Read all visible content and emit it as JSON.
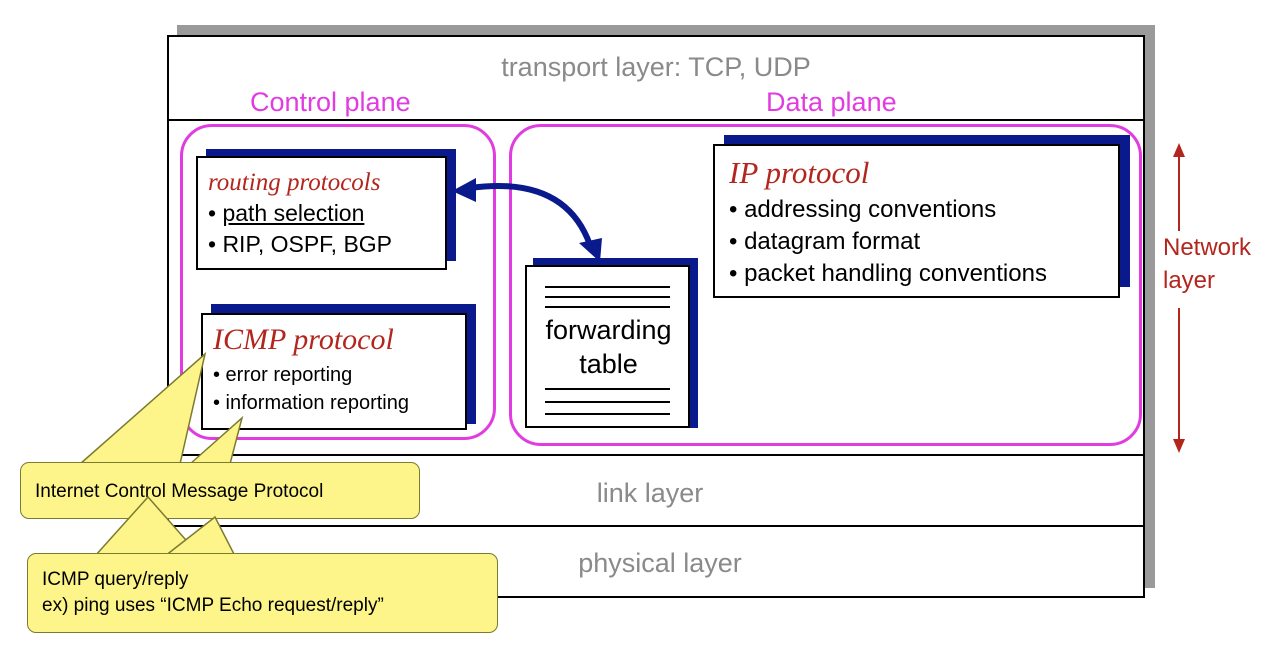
{
  "layers": {
    "transport": "transport layer: TCP, UDP",
    "link": "link layer",
    "physical": "physical layer"
  },
  "planes": {
    "control_title": "Control plane",
    "data_title": "Data plane"
  },
  "routing": {
    "title": "routing protocols",
    "bullets": [
      "• ",
      "path selection",
      "• RIP, OSPF, BGP"
    ]
  },
  "icmp": {
    "title": "ICMP protocol",
    "bullets": [
      "• error reporting",
      "• information reporting"
    ]
  },
  "ip": {
    "title": "IP protocol",
    "bullets": [
      "• addressing conventions",
      "• datagram format",
      "• packet handling conventions"
    ]
  },
  "forwarding": {
    "line1": "forwarding",
    "line2": "table"
  },
  "network_label": {
    "line1": "Network",
    "line2": "layer"
  },
  "callouts": {
    "icmp_name": "Internet Control Message Protocol",
    "query_line1": "ICMP query/reply",
    "query_line2": "ex) ping uses “ICMP Echo request/reply”"
  },
  "colors": {
    "plane": "#e03ce0",
    "title_red": "#b3261e",
    "shadow_blue": "#0a1a8c",
    "callout": "#fdf58a",
    "layer_gray": "#8a8a8a"
  }
}
